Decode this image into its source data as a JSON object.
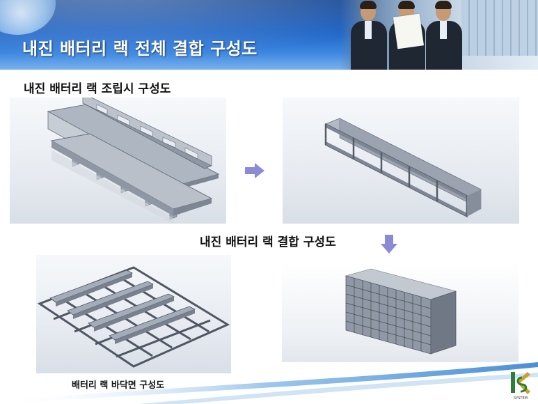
{
  "slide": {
    "title": "내진 배터리 랙 전체 결합 구성도",
    "assembly_label": "내진 배터리 랙 조립시 구성도",
    "combined_label": "내진 배터리 랙 결합 구성도",
    "floor_label": "배터리 랙 바닥면 구성도"
  },
  "logo": {
    "text": "SYSTEM"
  },
  "colors": {
    "header_dark": "#0a3d8f",
    "header_light": "#79b2ee",
    "arrow": "#8c8ad6",
    "steel": "#9aa3b0"
  }
}
